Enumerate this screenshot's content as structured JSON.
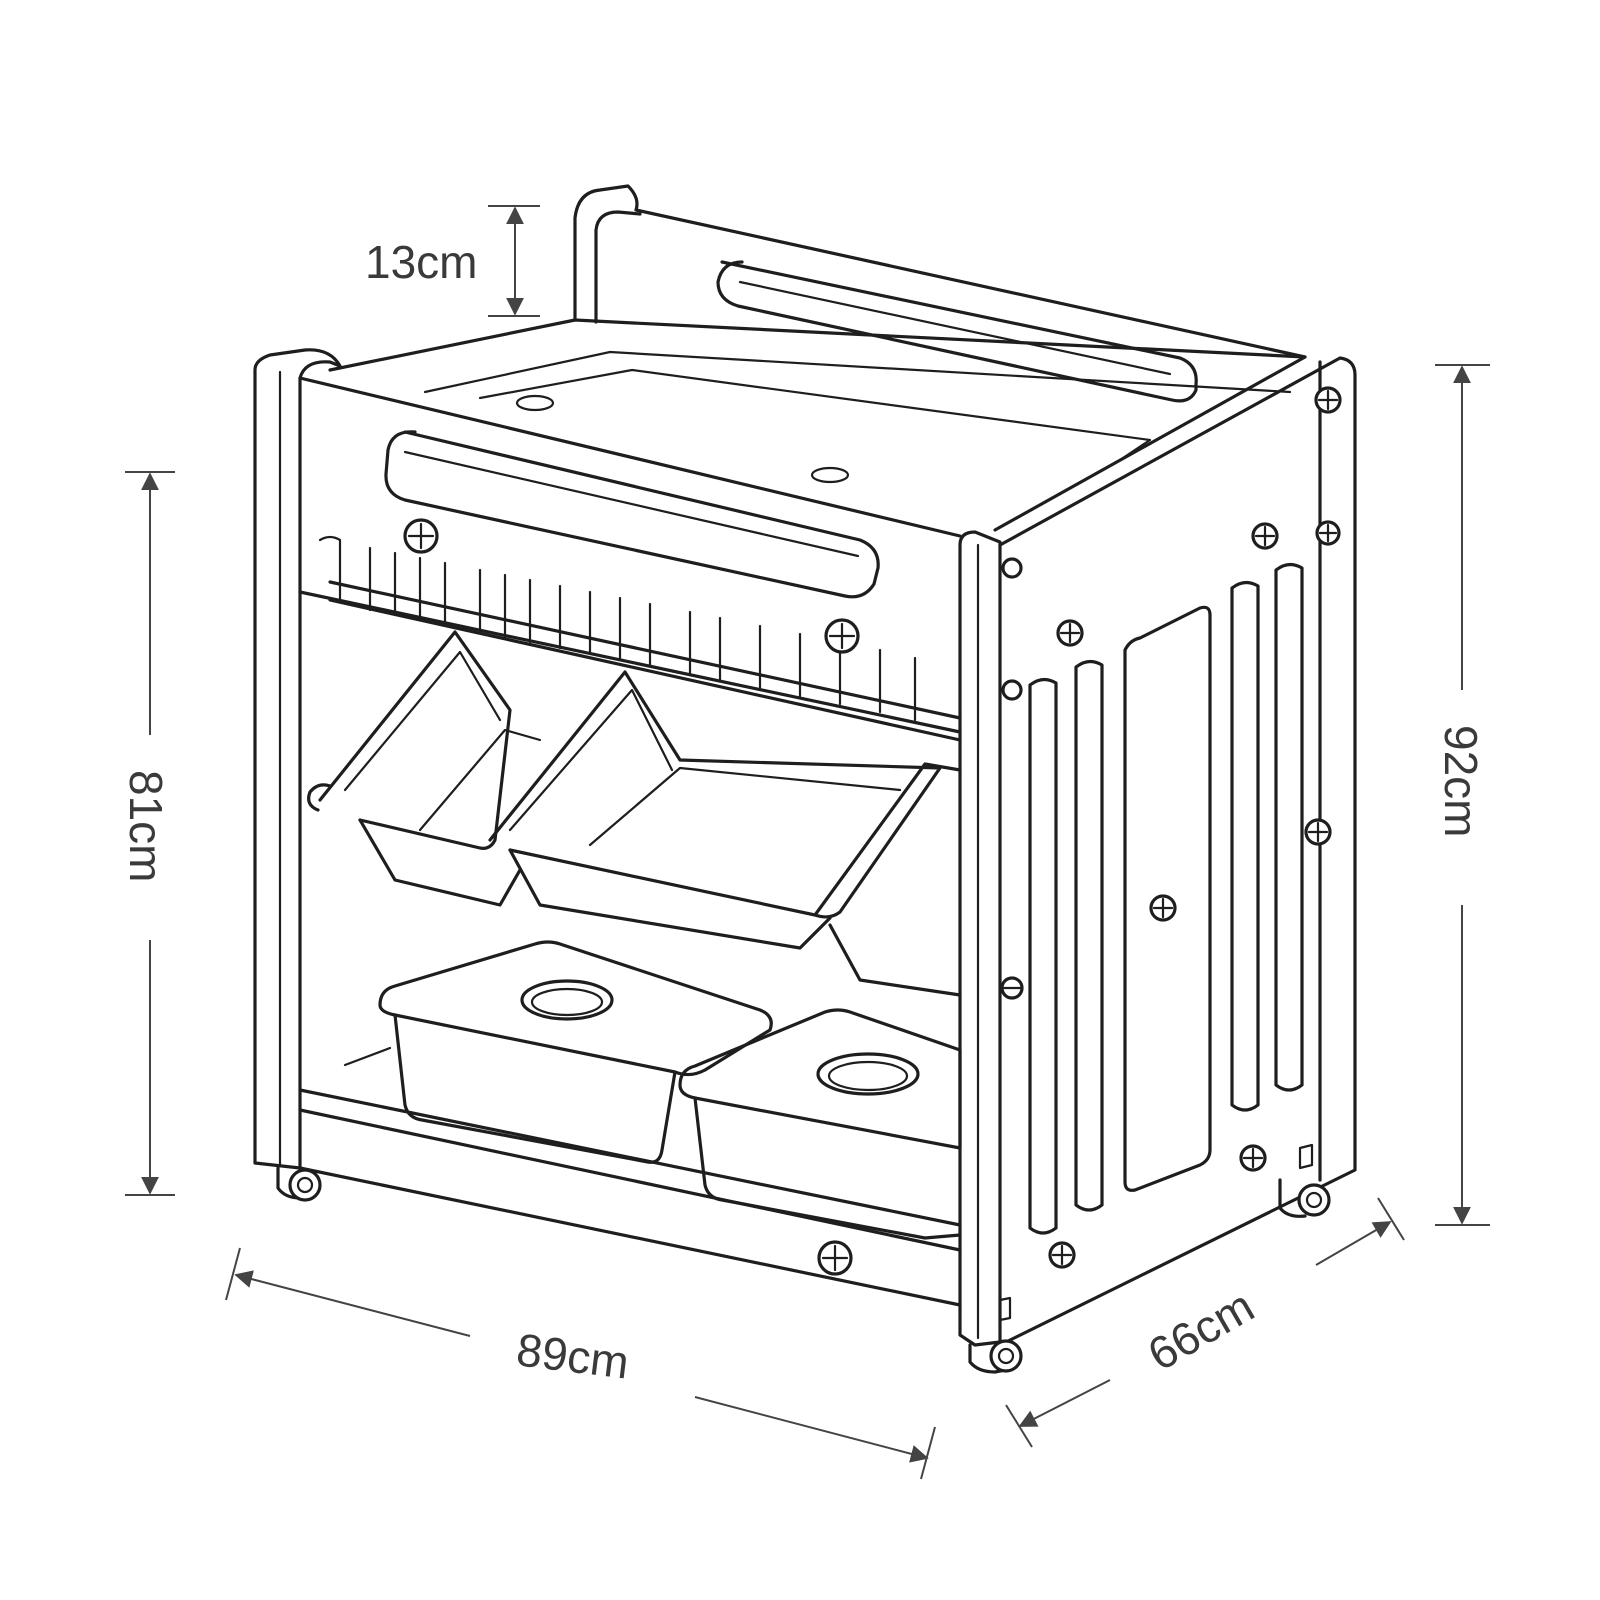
{
  "dimensions": {
    "handle_height": "13cm",
    "inner_height": "81cm",
    "total_height": "92cm",
    "width": "89cm",
    "depth": "66cm"
  }
}
